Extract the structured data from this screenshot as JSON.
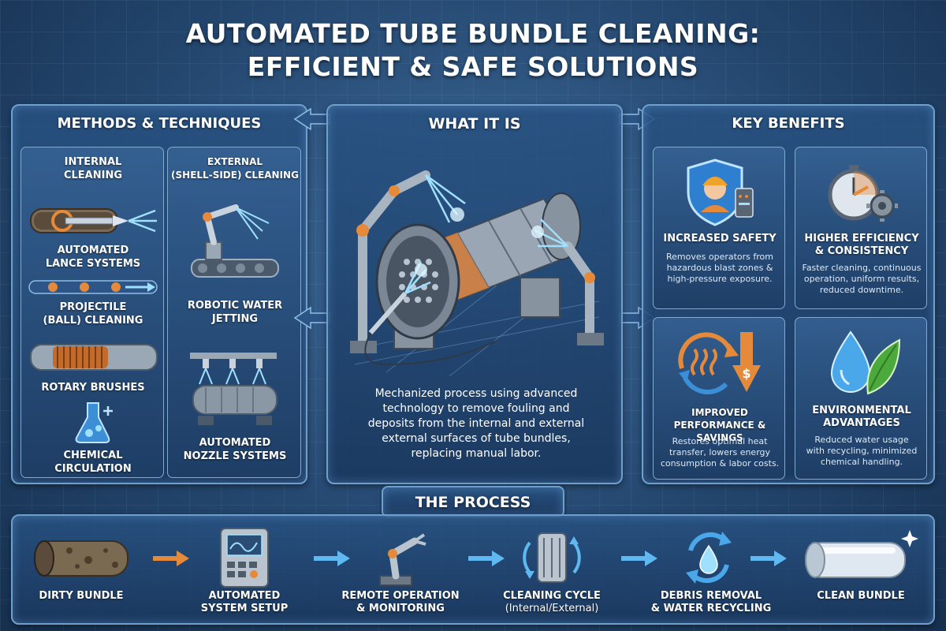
{
  "title": {
    "line1": "AUTOMATED TUBE BUNDLE CLEANING:",
    "line2": "EFFICIENT & SAFE SOLUTIONS"
  },
  "methods": {
    "header": "METHODS & TECHNIQUES",
    "internal": {
      "header_line1": "INTERNAL",
      "header_line2": "CLEANING",
      "items": [
        {
          "line1": "AUTOMATED",
          "line2": "LANCE SYSTEMS",
          "icon": "lance-icon"
        },
        {
          "line1": "PROJECTILE",
          "line2": "(BALL) CLEANING",
          "icon": "projectile-icon"
        },
        {
          "line1": "ROTARY BRUSHES",
          "line2": "",
          "icon": "brush-icon"
        },
        {
          "line1": "CHEMICAL",
          "line2": "CIRCULATION",
          "icon": "flask-icon"
        }
      ]
    },
    "external": {
      "header_line1": "EXTERNAL",
      "header_line2": "(SHELL-SIDE) CLEANING",
      "items": [
        {
          "line1": "ROBOTIC WATER",
          "line2": "JETTING",
          "icon": "robot-arm-icon"
        },
        {
          "line1": "AUTOMATED",
          "line2": "NOZZLE SYSTEMS",
          "icon": "nozzle-icon"
        }
      ]
    }
  },
  "what_it_is": {
    "header": "WHAT IT IS",
    "desc_lines": [
      "Mechanized process using advanced",
      "technology to remove fouling and",
      "deposits from the internal and external",
      "external surfaces of tube bundles,",
      "replacing manual labor."
    ]
  },
  "benefits": {
    "header": "KEY BENEFITS",
    "items": [
      {
        "title_line1": "INCREASED SAFETY",
        "title_line2": "",
        "desc_lines": [
          "Removes operators from",
          "hazardous blast zones &",
          "high-pressure exposure."
        ],
        "icon": "safety-shield-icon"
      },
      {
        "title_line1": "HIGHER EFFICIENCY",
        "title_line2": "& CONSISTENCY",
        "desc_lines": [
          "Faster cleaning, continuous",
          "operation, uniform results,",
          "reduced downtime."
        ],
        "icon": "stopwatch-gear-icon"
      },
      {
        "title_line1": "IMPROVED",
        "title_line2": "PERFORMANCE & SAVINGS",
        "desc_lines": [
          "Restores optimal heat",
          "transfer, lowers energy",
          "consumption & labor costs."
        ],
        "icon": "heat-savings-icon"
      },
      {
        "title_line1": "ENVIRONMENTAL",
        "title_line2": "ADVANTAGES",
        "desc_lines": [
          "Reduced water usage",
          "with recycling, minimized",
          "chemical handling."
        ],
        "icon": "water-leaf-icon"
      }
    ]
  },
  "process": {
    "header": "THE PROCESS",
    "steps": [
      {
        "line1": "DIRTY BUNDLE",
        "line2": "",
        "icon": "dirty-pipe-icon"
      },
      {
        "line1": "AUTOMATED",
        "line2": "SYSTEM SETUP",
        "icon": "control-panel-icon"
      },
      {
        "line1": "REMOTE OPERATION",
        "line2": "& MONITORING",
        "icon": "robot-arm-icon"
      },
      {
        "line1": "CLEANING CYCLE",
        "line2": "(Internal/External)",
        "icon": "filter-cycle-icon"
      },
      {
        "line1": "DEBRIS REMOVAL",
        "line2": "& WATER RECYCLING",
        "icon": "recycle-water-icon"
      },
      {
        "line1": "CLEAN BUNDLE",
        "line2": "",
        "icon": "clean-pipe-icon"
      }
    ]
  },
  "colors": {
    "accent_orange": "#e58a3a",
    "accent_blue": "#5fb8f0",
    "panel_border": "#6f9fcc"
  }
}
